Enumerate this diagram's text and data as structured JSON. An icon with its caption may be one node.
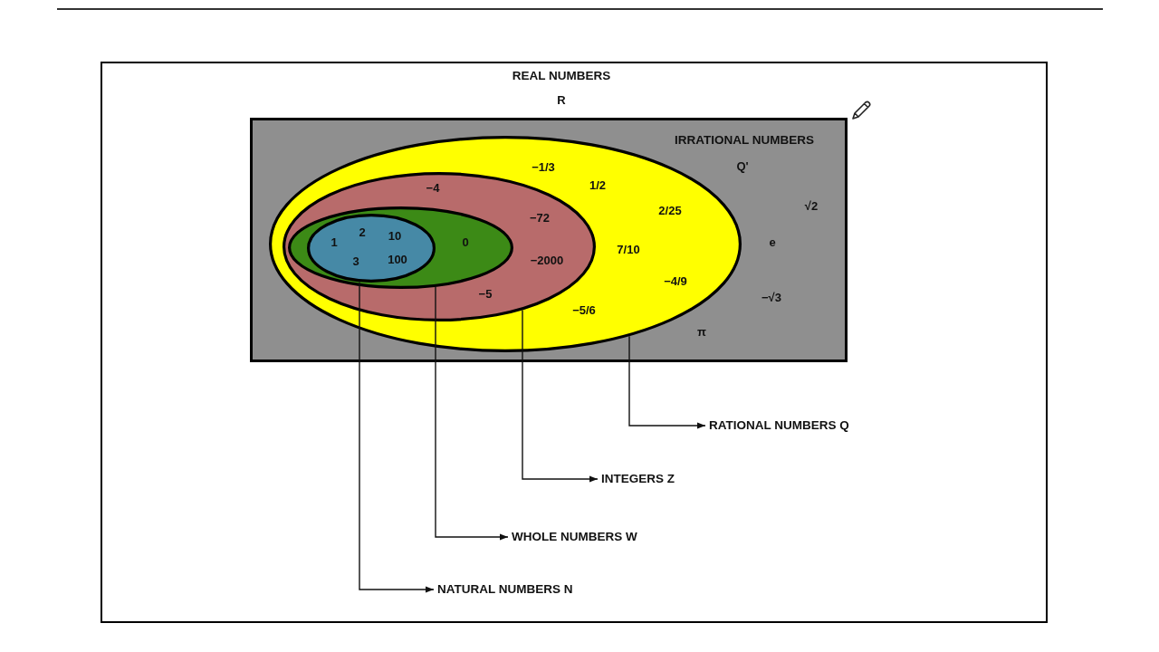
{
  "diagram": {
    "nodes": [
      {
        "text": [
          "REAL NUMBERS",
          "R"
        ]
      },
      {
        "text": [
          "IRRATIONAL NUMBERS",
          "Q'",
          "√2",
          "e",
          "−√3",
          "π"
        ],
        "in": 0
      },
      {
        "text": [
          "−1/3",
          "1/2",
          "2/25",
          "7/10",
          "−4/9",
          "−5/6"
        ],
        "in": 1
      },
      {
        "text": [
          "−4",
          "−72",
          "−2000",
          "−5"
        ],
        "in": 2
      },
      {
        "text": [
          "0"
        ],
        "in": 3
      },
      {
        "text": [
          "1",
          "2",
          "10",
          "3",
          "100"
        ],
        "in": 4
      },
      {
        "text": [
          "RATIONAL NUMBERS Q"
        ],
        "in": 0
      },
      {
        "text": [
          "INTEGERS Z"
        ],
        "in": 0
      },
      {
        "text": [
          "WHOLE NUMBERS W"
        ],
        "in": 0
      },
      {
        "text": [
          "NATURAL NUMBERS N"
        ],
        "in": 0
      }
    ],
    "edges": [
      {
        "from": 2,
        "to": 6,
        "arrow": "to"
      },
      {
        "from": 3,
        "to": 7,
        "arrow": "to"
      },
      {
        "from": 4,
        "to": 8,
        "arrow": "to"
      },
      {
        "from": 5,
        "to": 9,
        "arrow": "to"
      }
    ]
  }
}
